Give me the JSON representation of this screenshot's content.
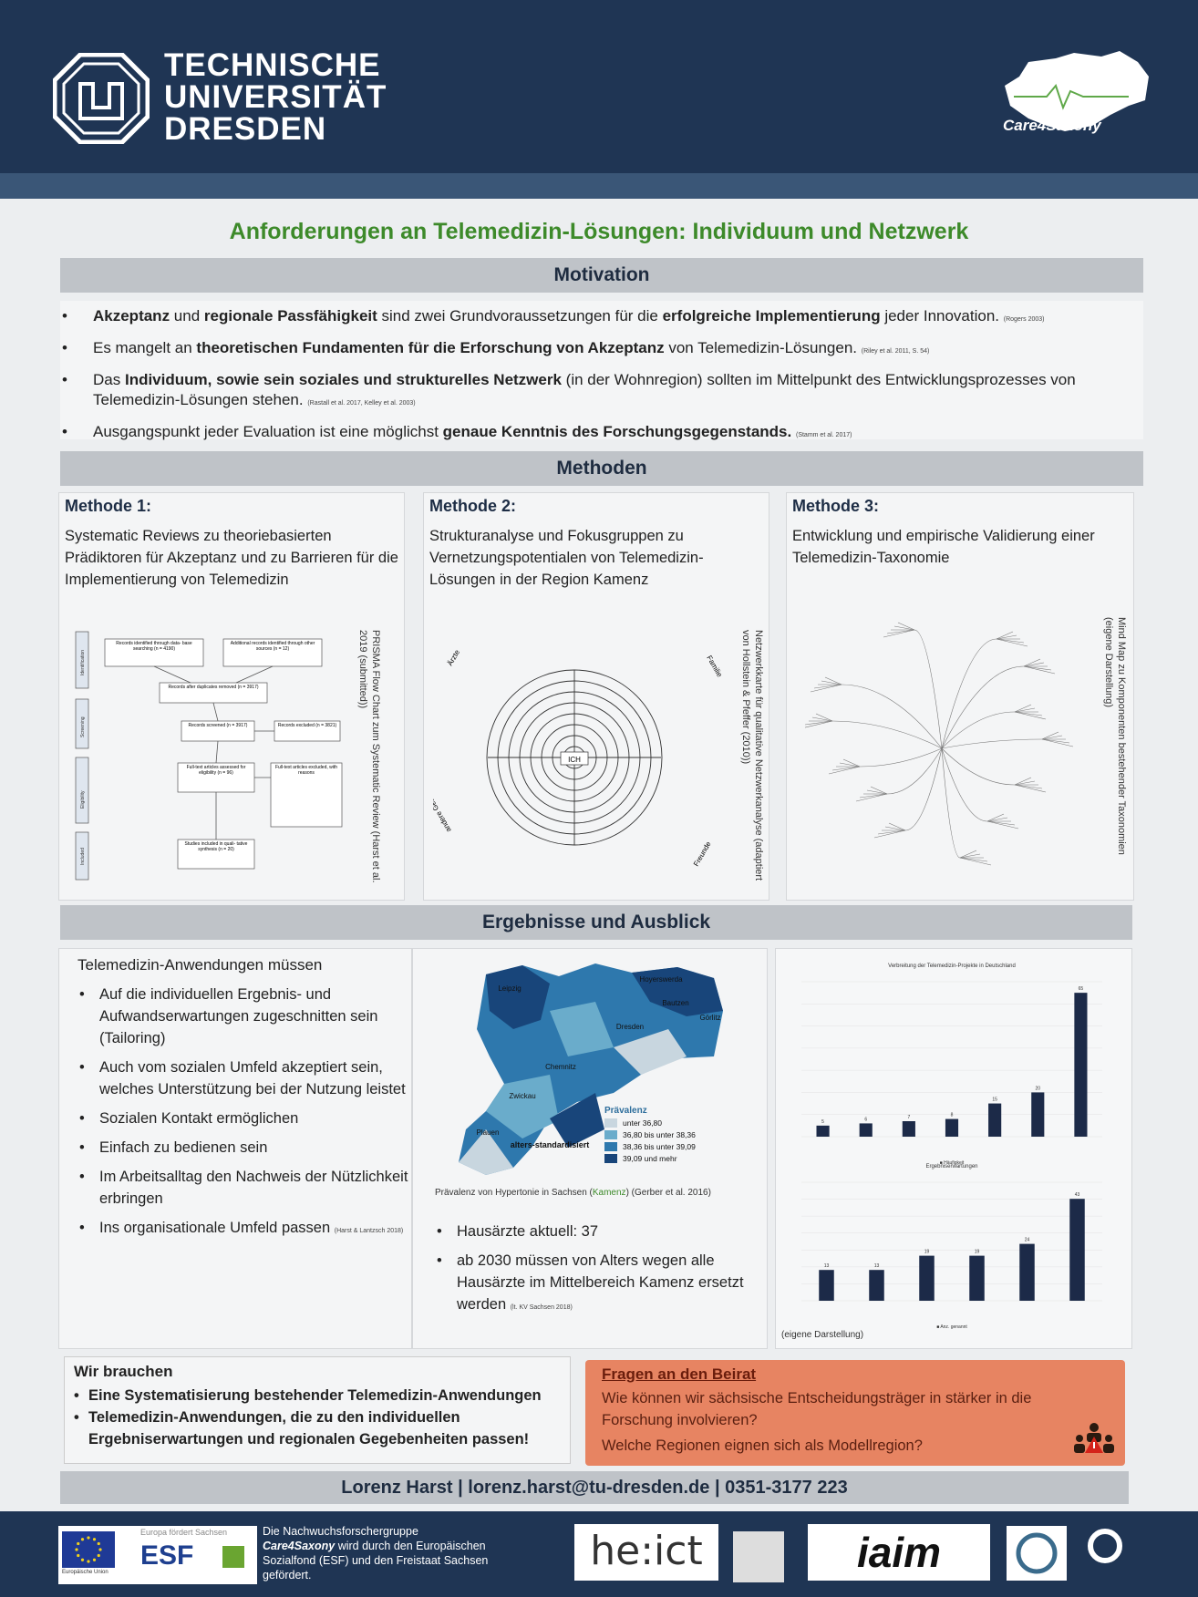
{
  "header": {
    "university_lines": [
      "TECHNISCHE",
      "UNIVERSITÄT",
      "DRESDEN"
    ],
    "partner_logo": "Care4Saxony"
  },
  "title": "Anforderungen an Telemedizin-Lösungen: Individuum und Netzwerk",
  "motivation": {
    "heading": "Motivation",
    "bullets": [
      {
        "pre": "",
        "b1": "Akzeptanz",
        "mid": " und ",
        "b2": "regionale Passfähigkeit",
        "post": " sind zwei Grundvoraussetzungen für die ",
        "b3": "erfolgreiche Implementierung",
        "tail": " jeder Innovation.",
        "cite": "(Rogers 2003)"
      },
      {
        "pre": "Es mangelt an ",
        "b1": "theoretischen Fundamenten für die Erforschung von Akzeptanz",
        "mid": " von Telemedizin-Lösungen.",
        "b2": "",
        "post": "",
        "b3": "",
        "tail": "",
        "cite": "(Riley et al. 2011, S. 54)"
      },
      {
        "pre": "Das ",
        "b1": "Individuum, sowie sein soziales und strukturelles Netzwerk",
        "mid": " (in der Wohnregion) sollten im Mittelpunkt des Entwicklungsprozesses von Telemedizin-Lösungen stehen.",
        "b2": "",
        "post": "",
        "b3": "",
        "tail": "",
        "cite": "(Rastall et al. 2017, Kelley et al. 2003)"
      },
      {
        "pre": "Ausgangspunkt jeder Evaluation ist eine möglichst ",
        "b1": "genaue Kenntnis des Forschungsgegenstands.",
        "mid": "",
        "b2": "",
        "post": "",
        "b3": "",
        "tail": "",
        "cite": "(Stamm et al. 2017)"
      }
    ]
  },
  "methoden": {
    "heading": "Methoden",
    "m1": {
      "title": "Methode 1:",
      "text": "Systematic Reviews zu theoriebasierten Prädiktoren für Akzeptanz und zu Barrieren für die Implementierung von Telemedizin",
      "caption": "PRISMA Flow Chart zum Systematic Review (Harst et al. 2019 (submitted))",
      "stages": [
        "Identification",
        "Screening",
        "Eligibility",
        "Included"
      ],
      "boxes": {
        "b1": "Records identified through data- base searching (n = 4190)",
        "b2": "Additional records identified through other sources (n = 12)",
        "b3": "Records after duplicates removed (n = 3917)",
        "b4": "Records screened (n = 3917)",
        "b5": "Records excluded (n = 3821)",
        "b6": "Full-text articles assessed for eligibility (n = 96)",
        "b7": "Full-text articles excluded, with reasons",
        "b8": "Studies included in quali- tative synthesis (n = 20)"
      }
    },
    "m2": {
      "title": "Methode 2:",
      "text": "Strukturanalyse und Fokusgruppen zu Vernetzungspotentialen von Telemedizin-Lösungen in der Region Kamenz",
      "caption": "Netzwerkkarte für qualitative Netzwerkanalyse (adaptiert von Hollstein & Pfeffer (2010))",
      "center": "ICH",
      "sectors": [
        "Ärzte",
        "Familie",
        "Freunde",
        "andere Gesundheits-dienstleister"
      ]
    },
    "m3": {
      "title": "Methode 3:",
      "text": "Entwicklung und empirische Validierung einer Telemedizin-Taxonomie",
      "caption": "Mind Map zu Komponenten bestehender Taxonomien (eigene Darstellung)"
    }
  },
  "ergebnisse": {
    "heading": "Ergebnisse und Ausblick",
    "intro": "Telemedizin-Anwendungen müssen",
    "bullets": [
      "Auf die individuellen Ergebnis- und Aufwandserwartungen zugeschnitten sein (Tailoring)",
      "Auch vom sozialen Umfeld akzeptiert sein, welches Unterstützung bei der Nutzung leistet",
      "Sozialen Kontakt ermöglichen",
      "Einfach zu bedienen sein",
      "Im Arbeitsalltag den Nachweis der Nützlichkeit erbringen",
      "Ins organisationale Umfeld passen"
    ],
    "last_cite": "(Harst & Lantzsch 2018)",
    "map": {
      "cities": [
        "Leipzig",
        "Hoyerswerda",
        "Bautzen",
        "Görlitz",
        "Dresden",
        "Chemnitz",
        "Zwickau",
        "Plauen"
      ],
      "legend_title": "Prävalenz",
      "legend": [
        "unter 36,80",
        "36,80 bis unter 38,36",
        "38,36 bis unter 39,09",
        "39,09 und mehr"
      ],
      "legend_colors": [
        "#c8d6df",
        "#6aaccb",
        "#2e78ad",
        "#18457a"
      ],
      "side_label": "alters-standardisiert",
      "caption_pre": "Prävalenz von Hypertonie in Sachsen (",
      "caption_region": "Kamenz",
      "caption_post": ") (Gerber et al. 2016)"
    },
    "facts": [
      "Hausärzte aktuell: 37",
      "ab 2030 müssen von Alters wegen alle Hausärzte im Mittelbereich Kamenz ersetzt werden"
    ],
    "facts_cite": "(lt. KV Sachsen 2018)",
    "chart_note": "(eigene Darstellung)"
  },
  "chart_data": [
    {
      "type": "bar",
      "title": "Verbreitung der Telemedizin-Projekte in Deutschland",
      "categories": [
        "",
        "",
        "",
        "",
        "",
        "",
        ""
      ],
      "values": [
        5,
        6,
        7,
        8,
        15,
        20,
        65
      ],
      "ylim": [
        0,
        70
      ],
      "legend": "Häufigkeit"
    },
    {
      "type": "bar",
      "title": "Ergebniserwartungen",
      "categories": [
        "",
        "",
        "",
        "",
        "",
        ""
      ],
      "values": [
        13,
        13,
        19,
        19,
        24,
        43
      ],
      "ylim": [
        0,
        50
      ],
      "legend": "Anz. genannt"
    }
  ],
  "wir_brauchen": {
    "heading": "Wir brauchen",
    "items": [
      "Eine Systematisierung bestehender Telemedizin-Anwendungen",
      "Telemedizin-Anwendungen, die zu den individuellen Ergebniserwartungen und regionalen Gegebenheiten passen!"
    ]
  },
  "beirat": {
    "heading": "Fragen an den Beirat",
    "q1": "Wie können wir sächsische Entscheidungsträger in stärker in die Forschung involvieren?",
    "q2": "Welche Regionen eignen sich als Modellregion?"
  },
  "contact": {
    "name": "Lorenz Harst",
    "email": "lorenz.harst@tu-dresden.de",
    "phone": "0351-3177 223",
    "sep": "|"
  },
  "footer": {
    "esf_top": "Europa fördert Sachsen",
    "esf_label": "ESF",
    "eu_label": "Europäische Union",
    "funding_pre": "Die Nachwuchsforschergruppe",
    "funding_name": "Care4Saxony",
    "funding_post": "wird durch den Europäischen Sozialfond (ESF) und den Freistaat Sachsen gefördert.",
    "partner1": "he:ict",
    "partner2": "iaim"
  }
}
